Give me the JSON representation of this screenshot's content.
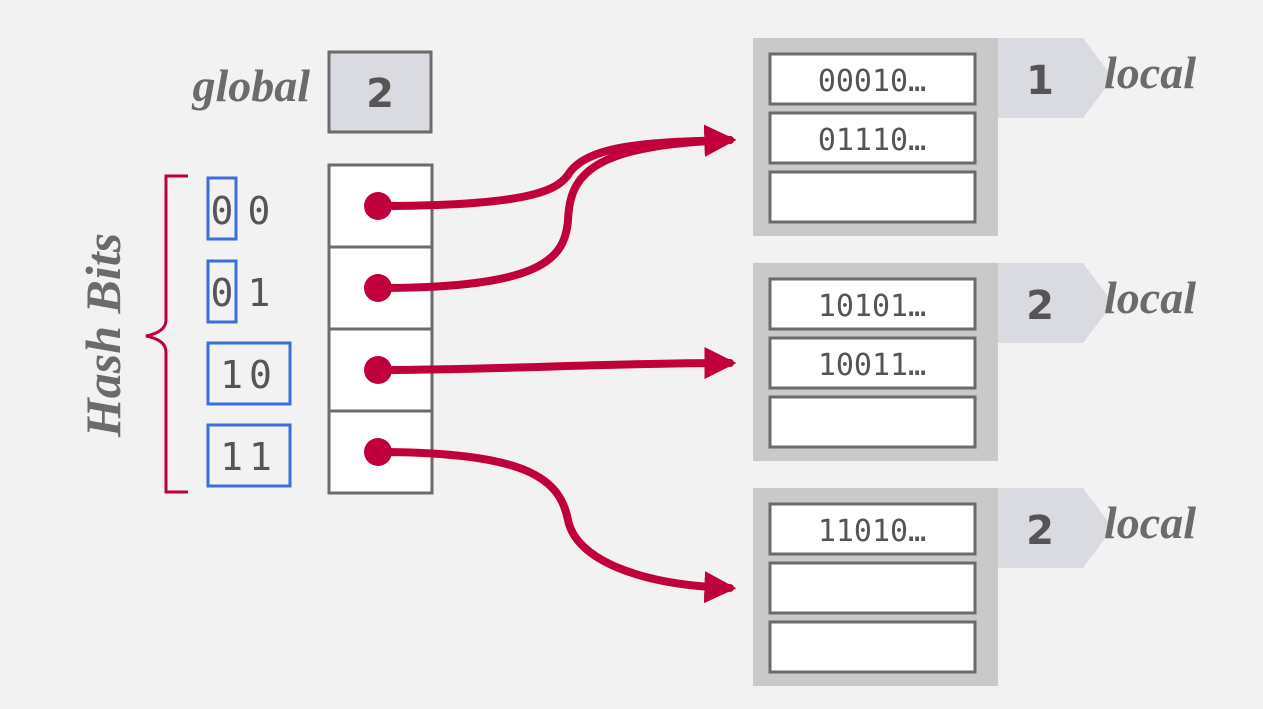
{
  "global": {
    "label": "global",
    "depth": "2"
  },
  "hash_bits_label": "Hash Bits",
  "directory": [
    {
      "prefix": "0",
      "rest": "0"
    },
    {
      "prefix": "0",
      "rest": "1"
    },
    {
      "prefix": "10",
      "rest": ""
    },
    {
      "prefix": "11",
      "rest": ""
    }
  ],
  "buckets": [
    {
      "depth": "1",
      "label": "local",
      "entries": [
        "00010…",
        "01110…",
        ""
      ]
    },
    {
      "depth": "2",
      "label": "local",
      "entries": [
        "10101…",
        "10011…",
        ""
      ]
    },
    {
      "depth": "2",
      "label": "local",
      "entries": [
        "11010…",
        "",
        ""
      ]
    }
  ],
  "colors": {
    "background": "#f2f2f2",
    "pointer": "#c0003a",
    "prefix_box": "#3a6fd8",
    "box_stroke": "#6b6b6b",
    "bucket_fill": "#c9c9c9",
    "depth_tab": "#d9dbe0"
  }
}
